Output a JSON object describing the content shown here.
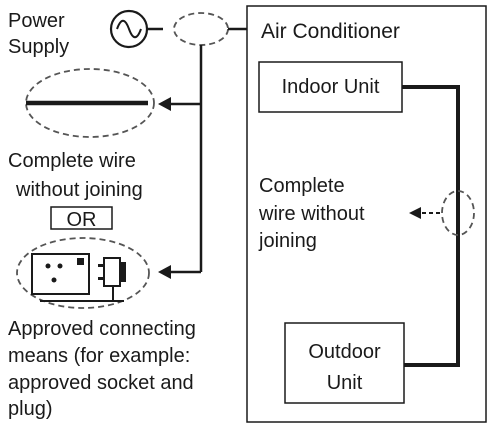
{
  "power_supply": {
    "line1": "Power",
    "line2": "Supply"
  },
  "air_conditioner": {
    "title": "Air Conditioner",
    "indoor_unit": "Indoor Unit",
    "outdoor_unit_line1": "Outdoor",
    "outdoor_unit_line2": "Unit",
    "inner_wire_line1": "Complete",
    "inner_wire_line2": "wire without",
    "inner_wire_line3": "joining"
  },
  "left_panel": {
    "wire_line1": "Complete wire",
    "wire_line2": "without joining",
    "or_label": "OR",
    "approved_line1": "Approved connecting",
    "approved_line2": "means (for example:",
    "approved_line3": "approved socket and",
    "approved_line4": "plug)"
  }
}
